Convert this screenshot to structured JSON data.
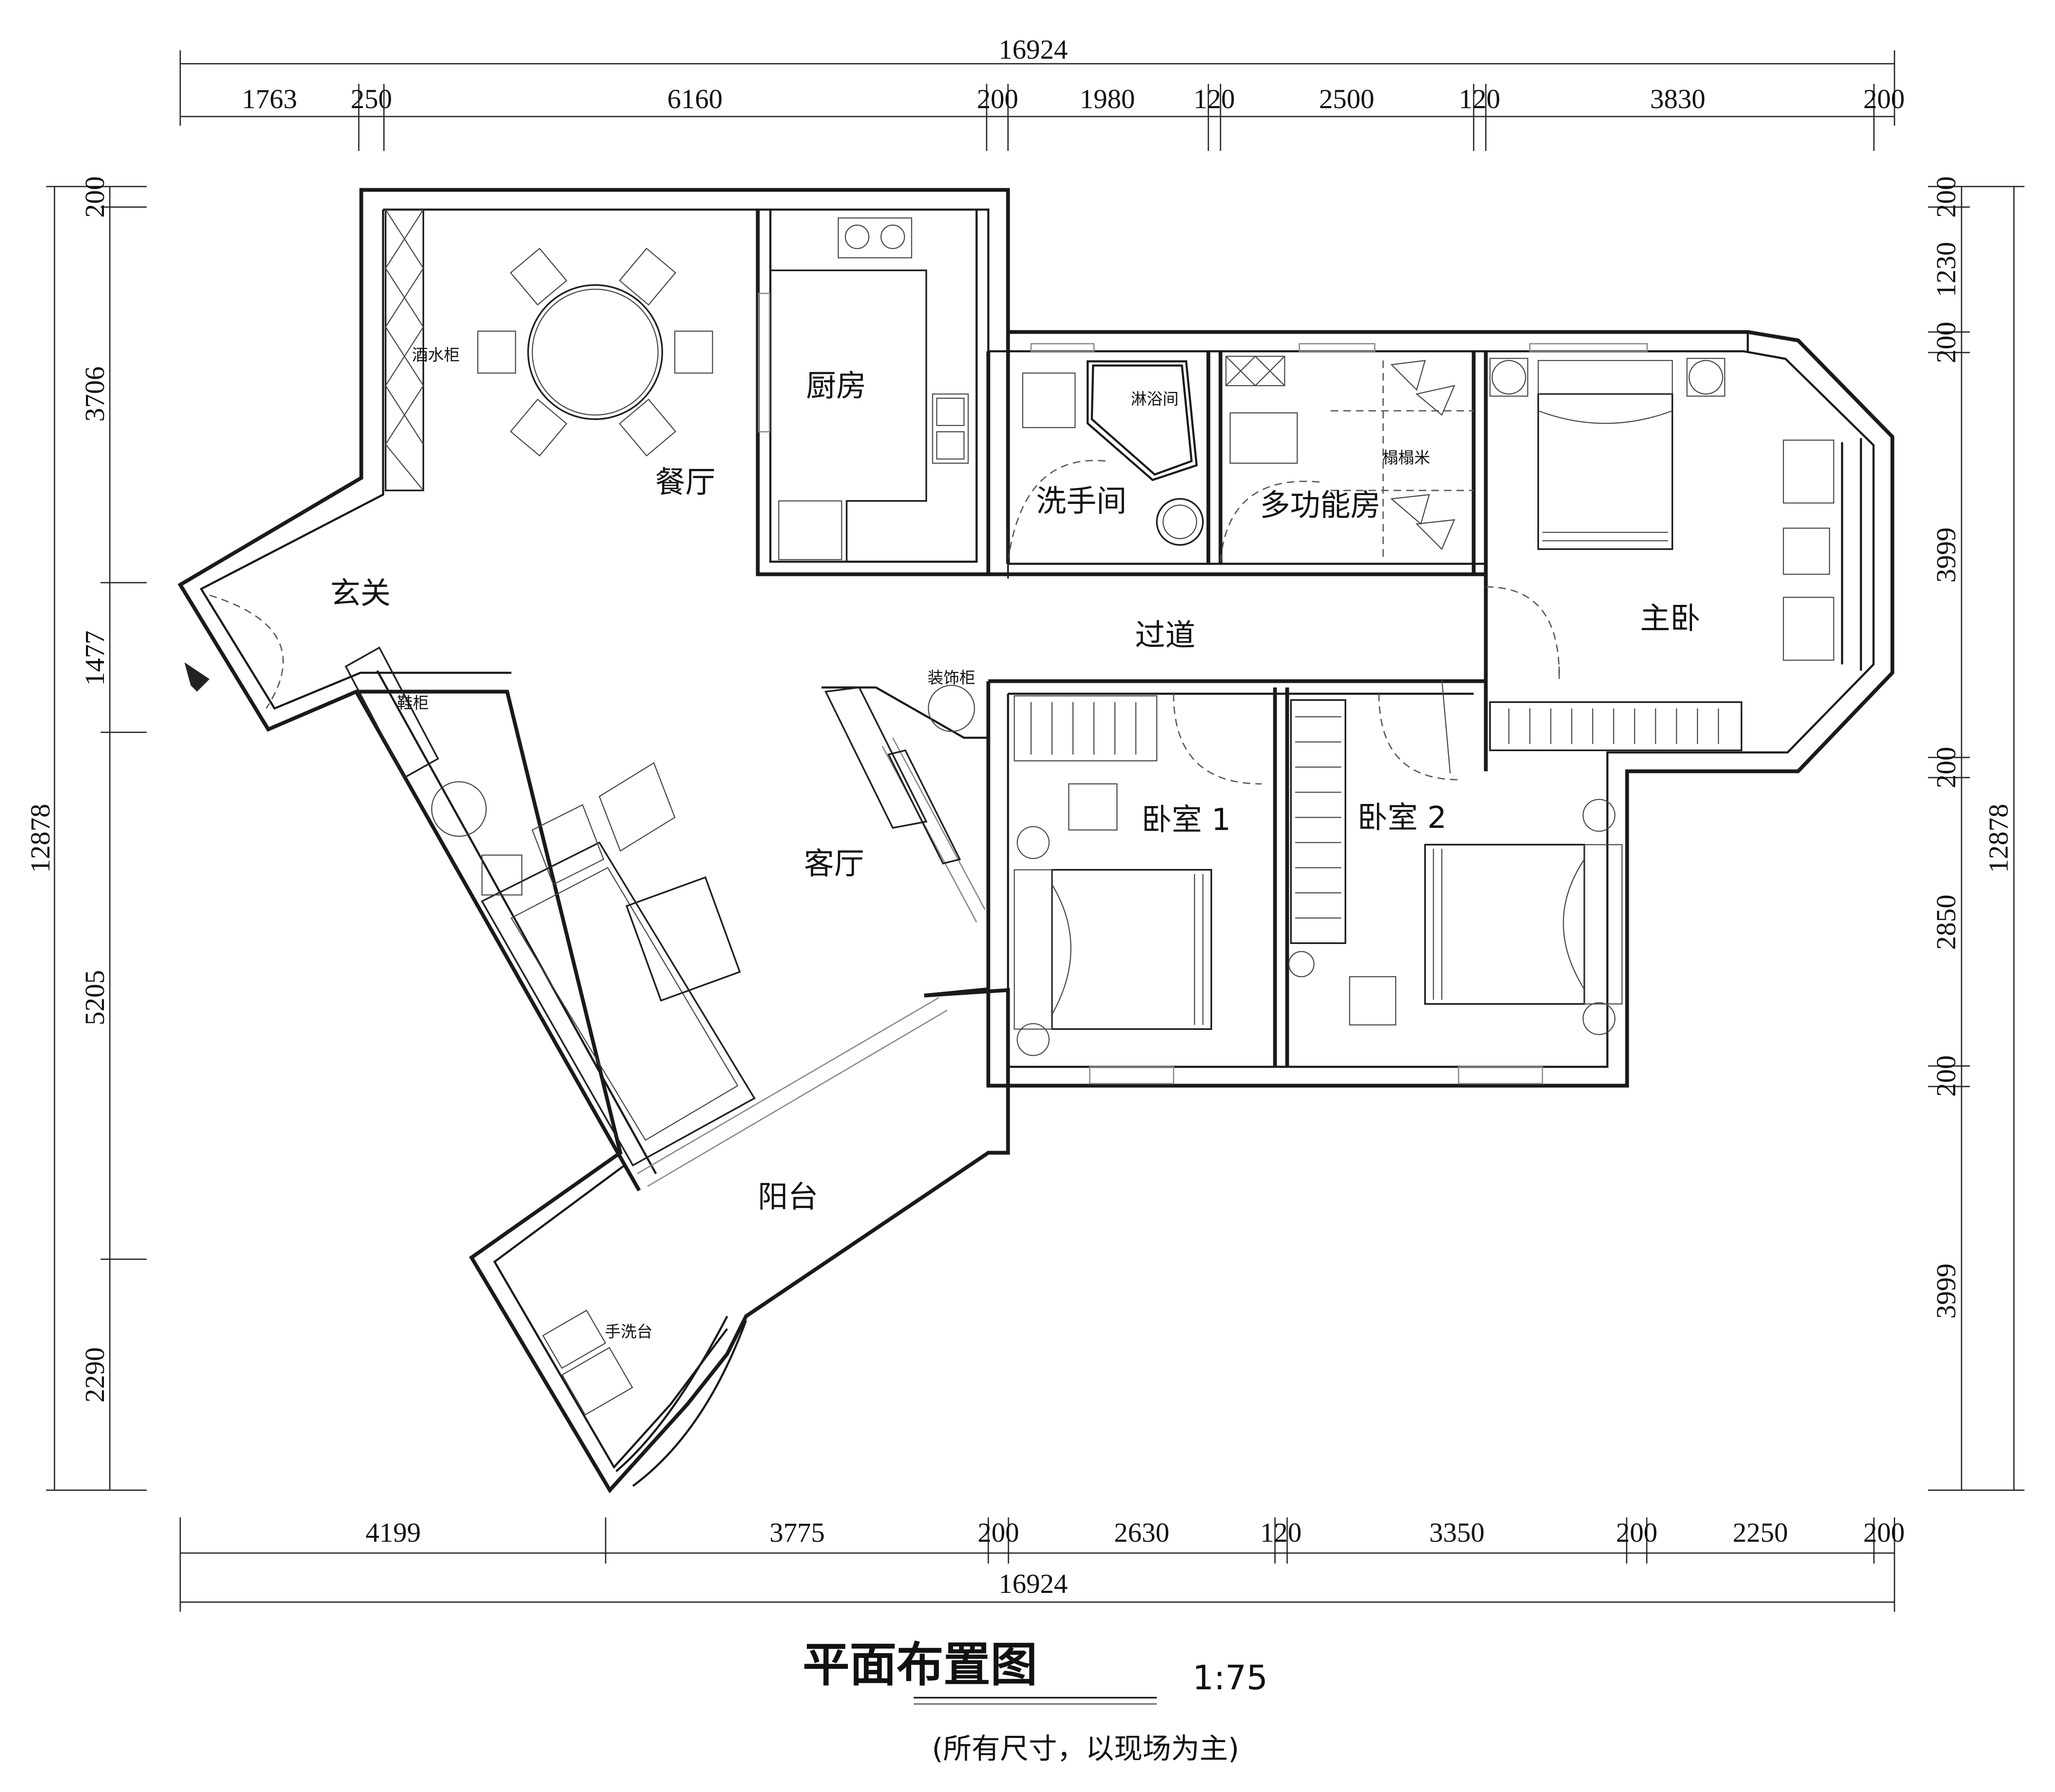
{
  "drawing": {
    "title": "平面布置图",
    "scale": "1:75",
    "note": "(所有尺寸，以现场为主)"
  },
  "dimensions": {
    "top_total": "16924",
    "top_segments": [
      "1763",
      "250",
      "6160",
      "200",
      "1980",
      "120",
      "2500",
      "120",
      "3830",
      "200"
    ],
    "bottom_total": "16924",
    "bottom_segments": [
      "4199",
      "3775",
      "200",
      "2630",
      "120",
      "3350",
      "200",
      "2250",
      "200"
    ],
    "left_total": "12878",
    "left_segments": [
      "200",
      "3706",
      "1477",
      "5205",
      "2290"
    ],
    "right_total": "12878",
    "right_segments": [
      "200",
      "1230",
      "200",
      "3999",
      "200",
      "2850",
      "200",
      "3999"
    ]
  },
  "rooms": {
    "dining": "餐厅",
    "kitchen": "厨房",
    "washroom": "洗手间",
    "shower": "淋浴间",
    "multi": "多功能房",
    "tatami": "榻榻米",
    "master": "主卧",
    "entry": "玄关",
    "corridor": "过道",
    "living": "客厅",
    "bedroom1": "卧室 1",
    "bedroom2": "卧室 2",
    "balcony": "阳台"
  },
  "fixtures": {
    "wine_cabinet": "酒水柜",
    "shoe_cabinet": "鞋柜",
    "deco_cabinet": "装饰柜",
    "hand_basin": "手洗台"
  }
}
